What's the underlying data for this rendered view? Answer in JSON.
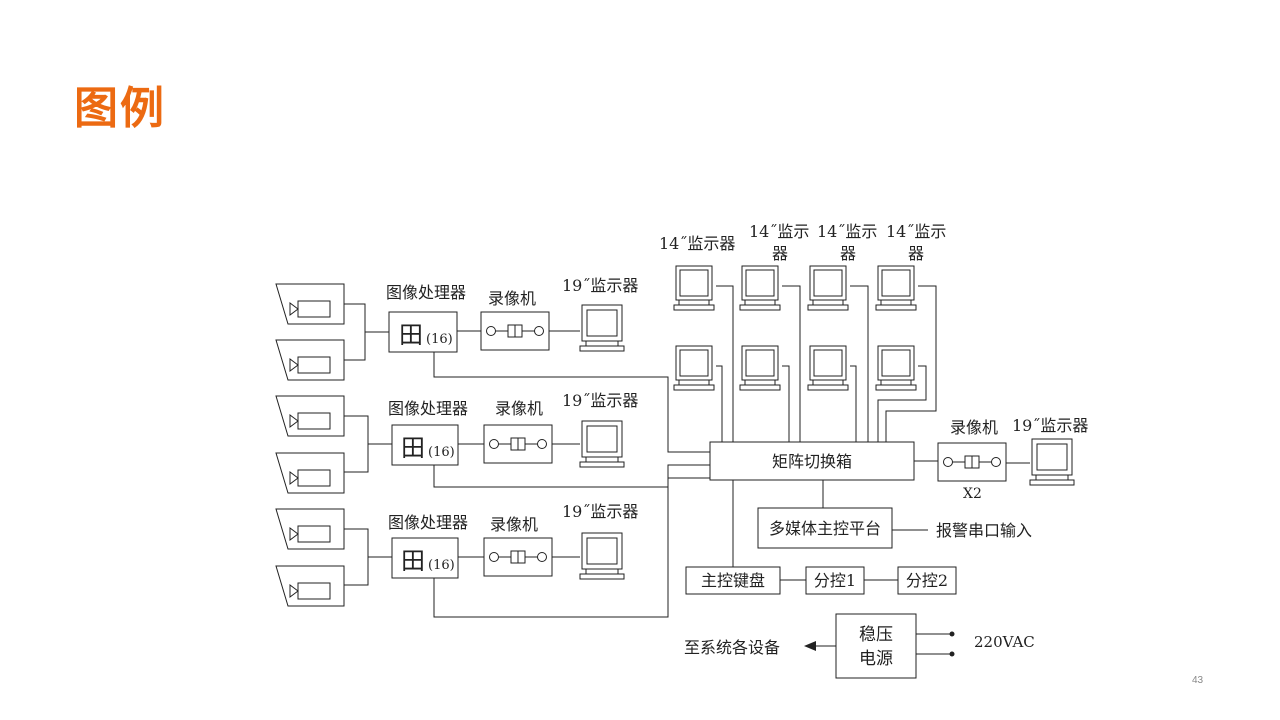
{
  "slide": {
    "title": "图例",
    "page_number": "43"
  },
  "diagram": {
    "processor_label": "图像处理器",
    "processor_grid_glyph": "田",
    "processor_channels": "(16)",
    "vcr_label": "录像机",
    "monitor19_label": "19˝监示器",
    "monitor14_label_first": "14˝监示器",
    "monitor14_label_line1": "14˝监示",
    "monitor14_label_line2": "器",
    "matrix_switch": "矩阵切换箱",
    "multimedia_console": "多媒体主控平台",
    "alarm_input": "报警串口输入",
    "main_keyboard": "主控键盘",
    "sub_control_1": "分控1",
    "sub_control_2": "分控2",
    "regulator_line1": "稳压",
    "regulator_line2": "电源",
    "power_input": "220VAC",
    "to_all_equipment": "至系统各设备",
    "vcr_quantity": "X2",
    "icons": {
      "camera": "camera-icon",
      "vcr": "vcr-icon",
      "monitor": "monitor-icon"
    },
    "colors": {
      "title": "#ec6a12",
      "line": "#222222"
    }
  }
}
